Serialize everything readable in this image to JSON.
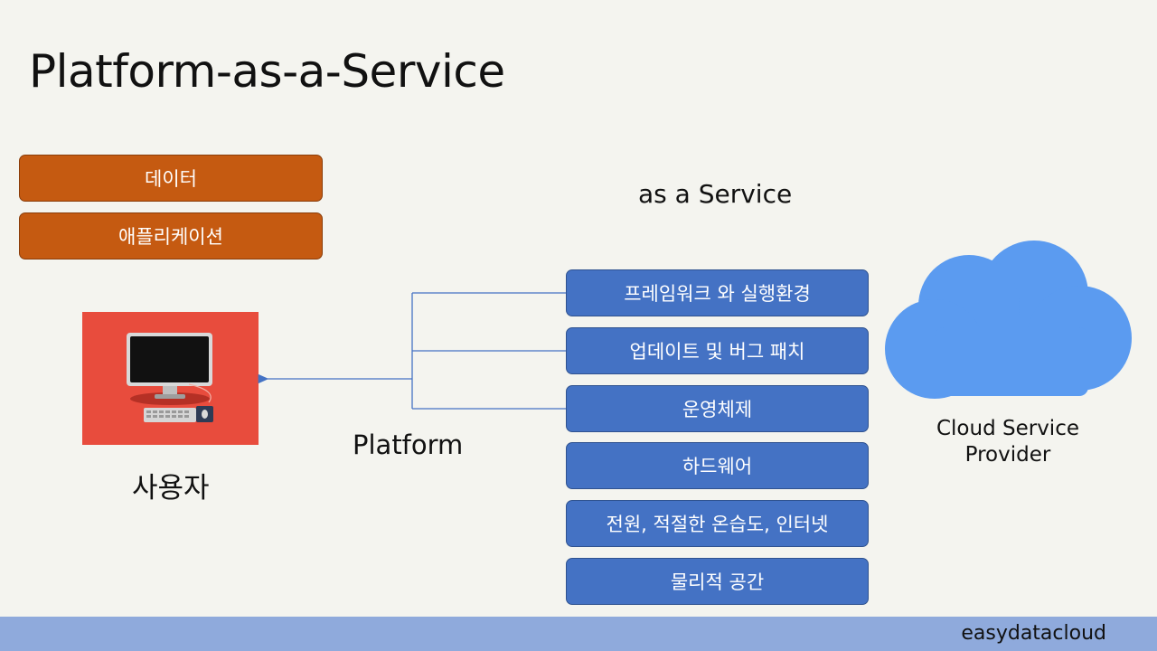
{
  "slide": {
    "title": "Platform-as-a-Service"
  },
  "user_side": {
    "layers": [
      "데이터",
      "애플리케이션"
    ],
    "user_label": "사용자",
    "icon": "computer-icon",
    "panel_color": "#e84c3d"
  },
  "middle": {
    "platform_label": "Platform"
  },
  "provider_side": {
    "heading": "as a Service",
    "layers": [
      "프레임워크 와 실행환경",
      "업데이트 및 버그 패치",
      "운영체제",
      "하드웨어",
      "전원, 적절한 온습도, 인터넷",
      "물리적 공간"
    ],
    "provider_label_line1": "Cloud Service",
    "provider_label_line2": "Provider",
    "icon": "cloud-icon",
    "cloud_color": "#5b9bf0"
  },
  "footer": {
    "brand": "easydatacloud",
    "color": "#8faadc"
  },
  "colors": {
    "user_layer": "#c55a11",
    "provider_layer": "#4472c4",
    "connector": "#4472c4",
    "background": "#f4f4ef"
  }
}
